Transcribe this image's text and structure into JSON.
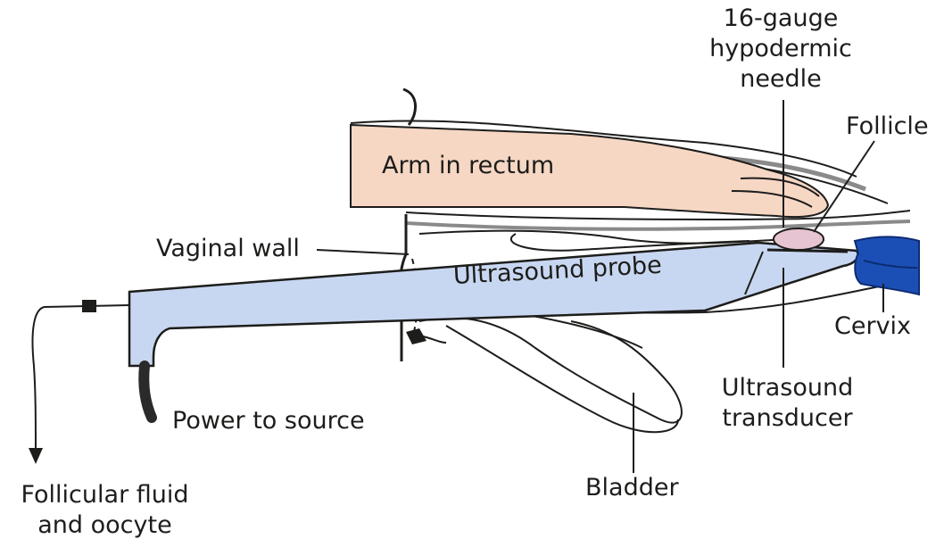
{
  "diagram": {
    "labels": {
      "needle": [
        "16-gauge",
        "hypodermic",
        "needle"
      ],
      "follicle": "Follicle",
      "arm": "Arm in rectum",
      "vaginal_wall": "Vaginal wall",
      "probe": "Ultrasound probe",
      "cervix": "Cervix",
      "power": "Power to source",
      "transducer": [
        "Ultrasound",
        "transducer"
      ],
      "bladder": "Bladder",
      "fluid": [
        "Follicular fluid",
        "and oocyte"
      ]
    },
    "colors": {
      "arm_fill": "#f6d7c4",
      "probe_fill": "#c8d7f1",
      "cervix_fill": "#1c4fb5",
      "follicle_fill": "#e7c4d2",
      "outline": "#1d1d1b",
      "tissue_gray": "#9c9c9c"
    }
  }
}
